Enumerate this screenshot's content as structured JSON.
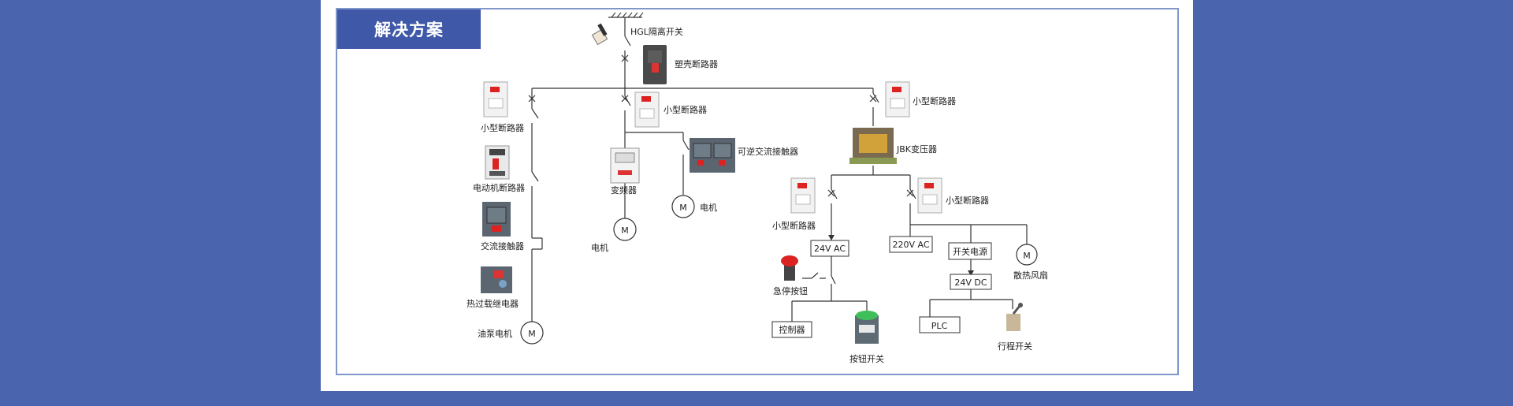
{
  "page": {
    "background": "#4a65ad",
    "card_color": "#ffffff",
    "frame_color": "#7f97c9"
  },
  "header": {
    "title": "解决方案",
    "color": "#3f58a8"
  },
  "diagram": {
    "top_switch": "HGL隔离开关",
    "molded_breaker": "塑壳断路器",
    "left_branch": {
      "breaker": "小型断路器",
      "motor_breaker": "电动机断路器",
      "contactor": "交流接触器",
      "thermal_relay": "热过载继电器",
      "motor_label": "油泵电机"
    },
    "middle_branch": {
      "breaker": "小型断路器",
      "inverter": "变频器",
      "inverter_motor": "电机",
      "reversing_contactor": "可逆交流接触器",
      "reversing_motor": "电机"
    },
    "right_branch": {
      "breaker": "小型断路器",
      "transformer": "JBK变压器",
      "sub_breaker_left": "小型断路器",
      "sub_breaker_right": "小型断路器",
      "box_24vac": "24V AC",
      "estop": "急停按钮",
      "controller": "控制器",
      "push_button": "按钮开关",
      "box_220vac": "220V AC",
      "psu": "开关电源",
      "box_24vdc": "24V DC",
      "plc": "PLC",
      "limit_switch": "行程开关",
      "fan": "散热风扇"
    },
    "motor_symbol": "M"
  }
}
